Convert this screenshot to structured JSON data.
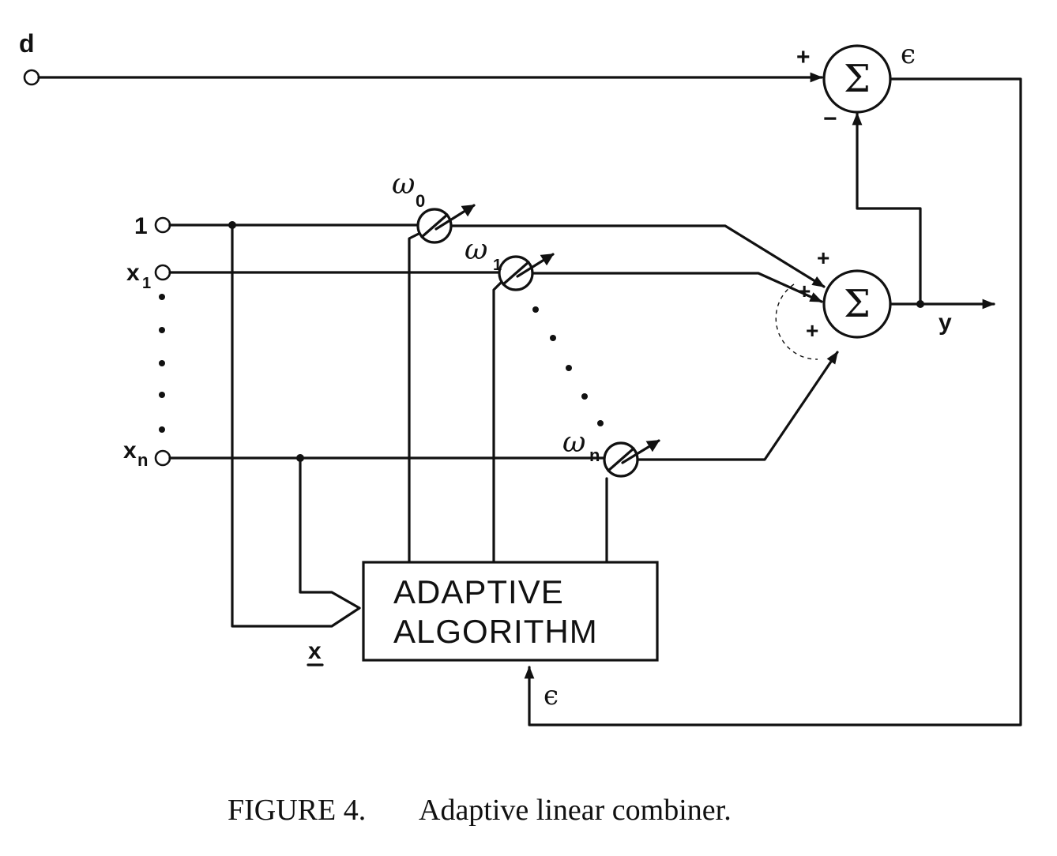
{
  "inputs": {
    "desired": "d",
    "bias": "1",
    "x1": "x",
    "x1_sub": "1",
    "xn": "x",
    "xn_sub": "n"
  },
  "weights": {
    "w0": "ω",
    "w0_sub": "0",
    "w1": "ω",
    "w1_sub": "1",
    "wn": "ω",
    "wn_sub": "n"
  },
  "summers": {
    "symbol": "Σ",
    "plus": "+",
    "minus": "−"
  },
  "signals": {
    "error": "ϵ",
    "output": "y",
    "input_vector": "x"
  },
  "adaptive_block": {
    "line1": "ADAPTIVE",
    "line2": "ALGORITHM"
  },
  "caption": {
    "label": "FIGURE 4.",
    "text": "Adaptive linear combiner."
  }
}
